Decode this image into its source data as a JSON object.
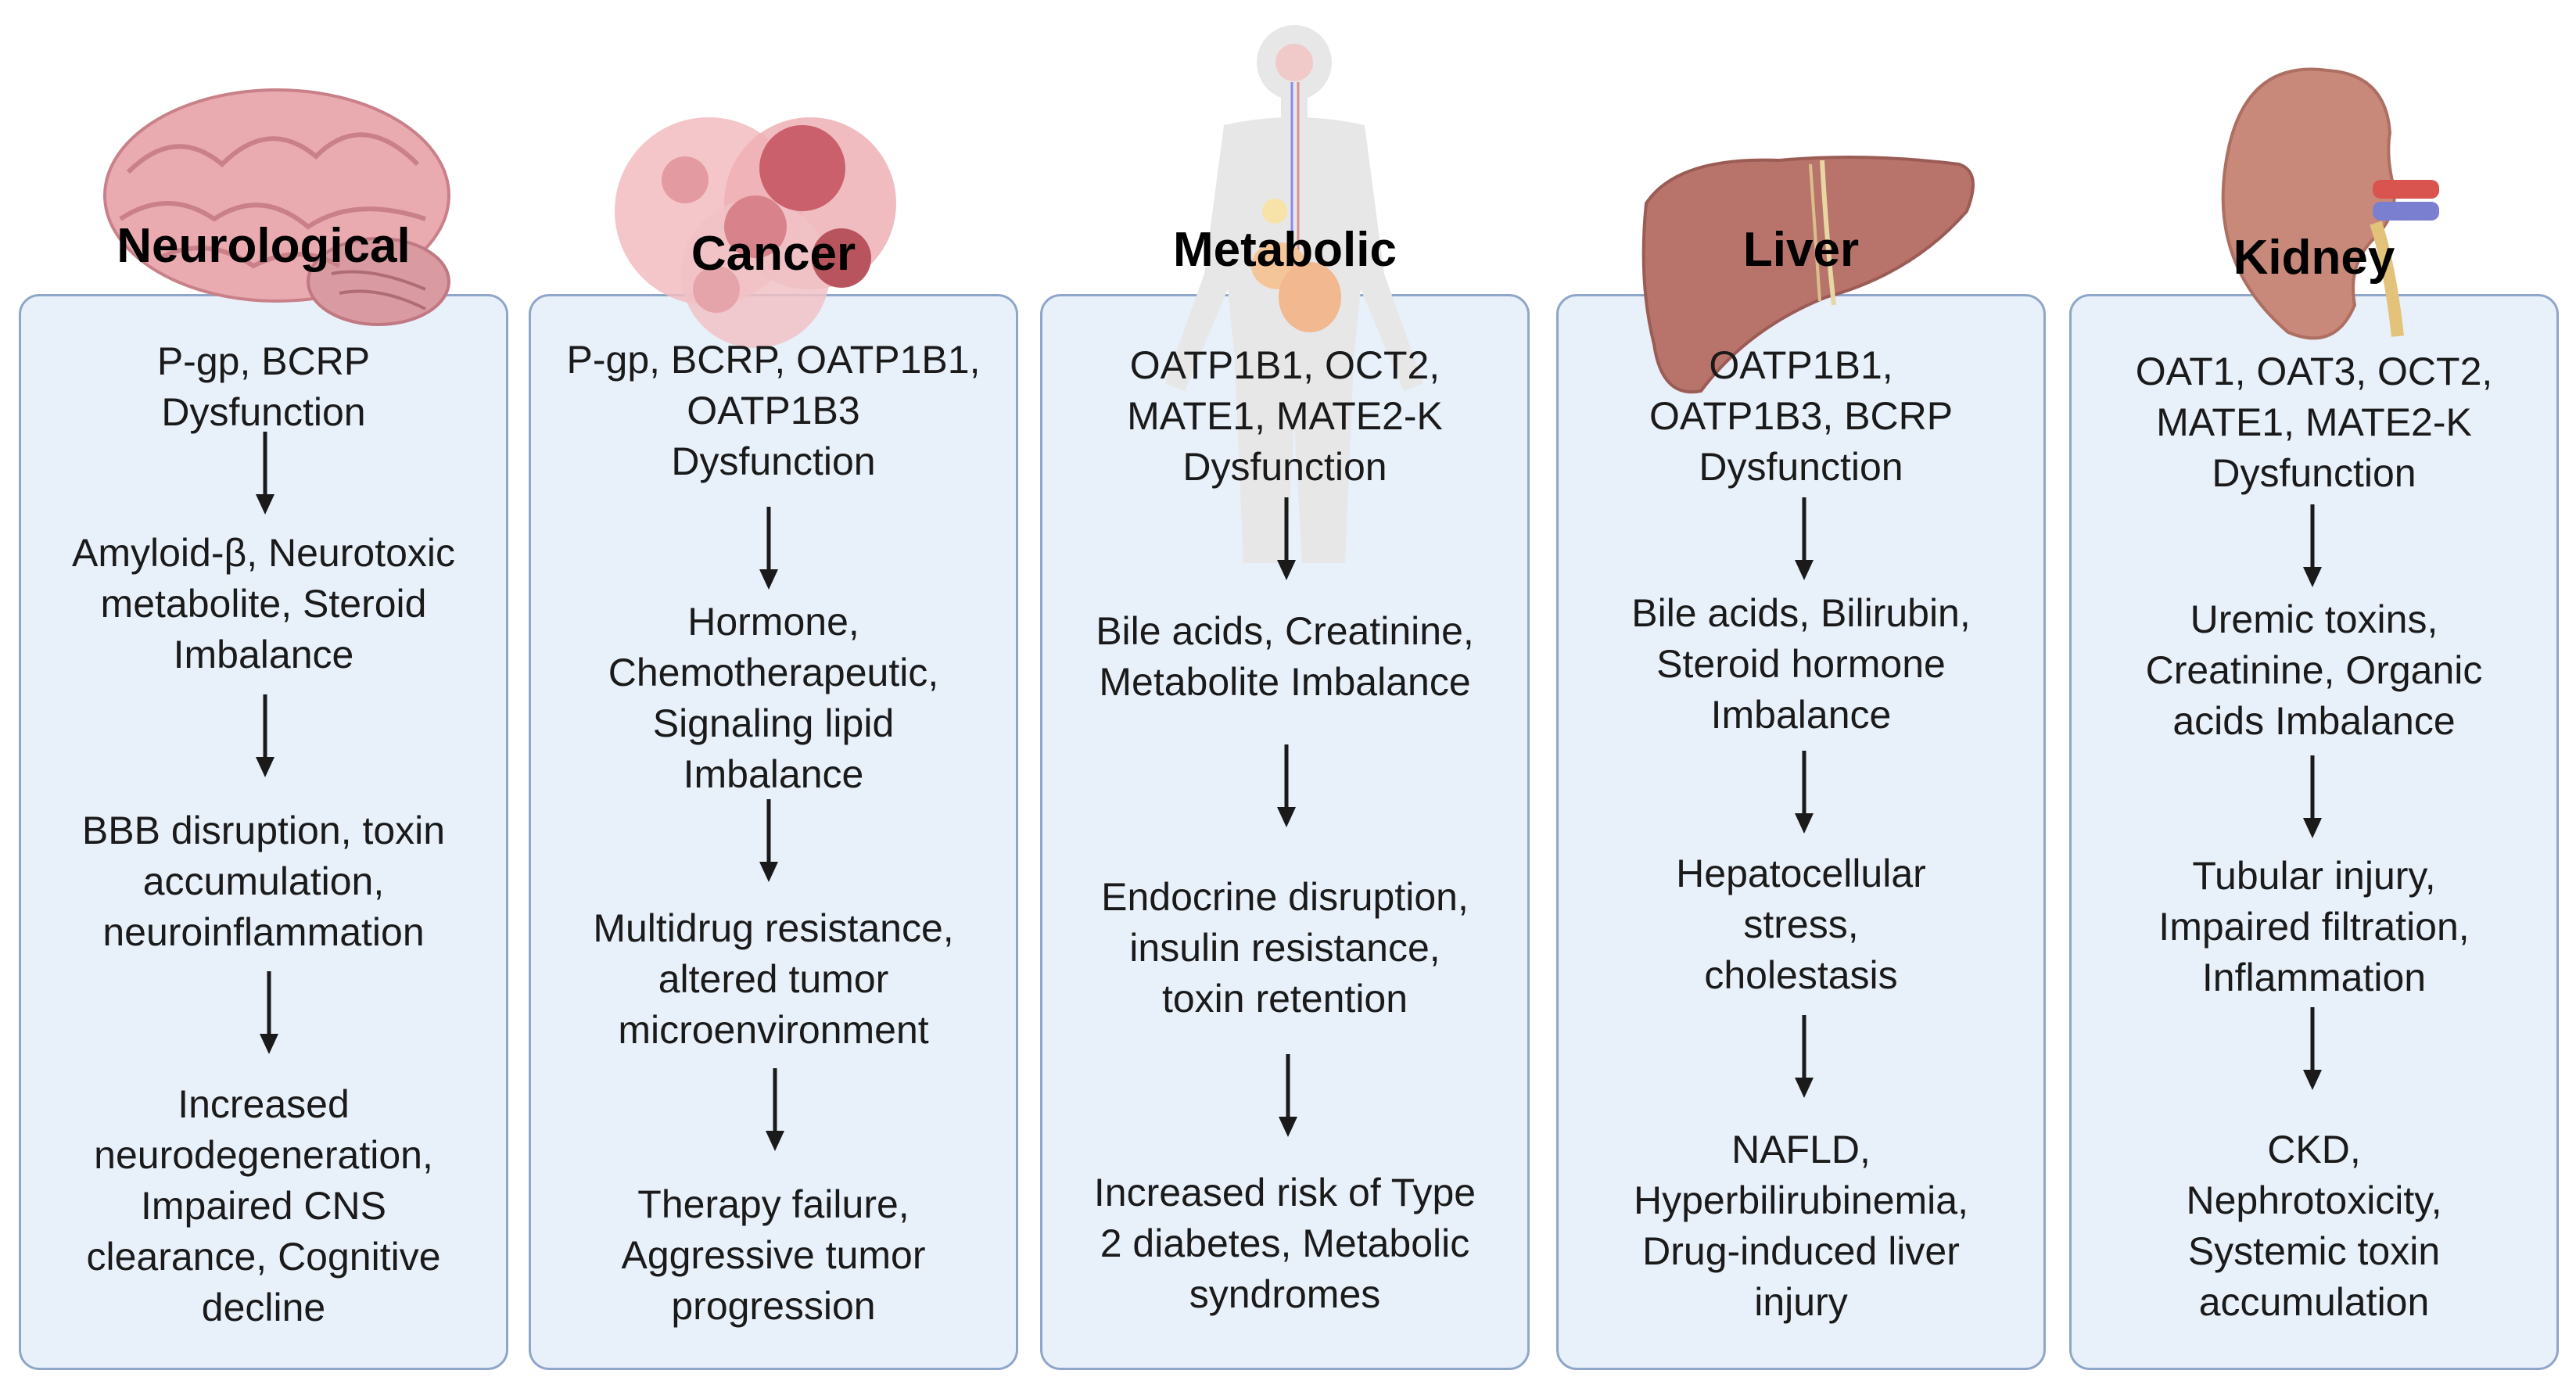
{
  "columns": [
    {
      "title": "Neurological",
      "illustration": "brain-icon",
      "steps": [
        "P-gp, BCRP\nDysfunction",
        "Amyloid-β, Neurotoxic\nmetabolite, Steroid\nImbalance",
        "BBB disruption, toxin\naccumulation,\nneuroinflammation",
        "Increased\nneurodegeneration,\nImpaired CNS\nclearance, Cognitive\ndecline"
      ]
    },
    {
      "title": "Cancer",
      "illustration": "tumor-cells-icon",
      "steps": [
        "P-gp, BCRP, OATP1B1,\nOATP1B3\nDysfunction",
        "Hormone,\nChemotherapeutic,\nSignaling lipid\nImbalance",
        "Multidrug resistance,\naltered tumor\nmicroenvironment",
        "Therapy failure,\nAggressive tumor\nprogression"
      ]
    },
    {
      "title": "Metabolic",
      "illustration": "human-body-icon",
      "steps": [
        "OATP1B1, OCT2,\nMATE1, MATE2-K\nDysfunction",
        "Bile acids, Creatinine,\nMetabolite Imbalance",
        "Endocrine disruption,\ninsulin resistance,\ntoxin retention",
        "Increased risk of Type\n2 diabetes, Metabolic\nsyndromes"
      ]
    },
    {
      "title": "Liver",
      "illustration": "liver-icon",
      "steps": [
        "OATP1B1,\nOATP1B3, BCRP\nDysfunction",
        "Bile acids, Bilirubin,\nSteroid hormone\nImbalance",
        "Hepatocellular\nstress,\ncholestasis",
        "NAFLD,\nHyperbilirubinemia,\nDrug-induced liver\ninjury"
      ]
    },
    {
      "title": "Kidney",
      "illustration": "kidney-icon",
      "steps": [
        "OAT1, OAT3, OCT2,\nMATE1, MATE2-K\nDysfunction",
        "Uremic toxins,\nCreatinine, Organic\nacids Imbalance",
        "Tubular injury,\nImpaired filtration,\nInflammation",
        "CKD,\nNephrotoxicity,\nSystemic toxin\naccumulation"
      ]
    }
  ]
}
